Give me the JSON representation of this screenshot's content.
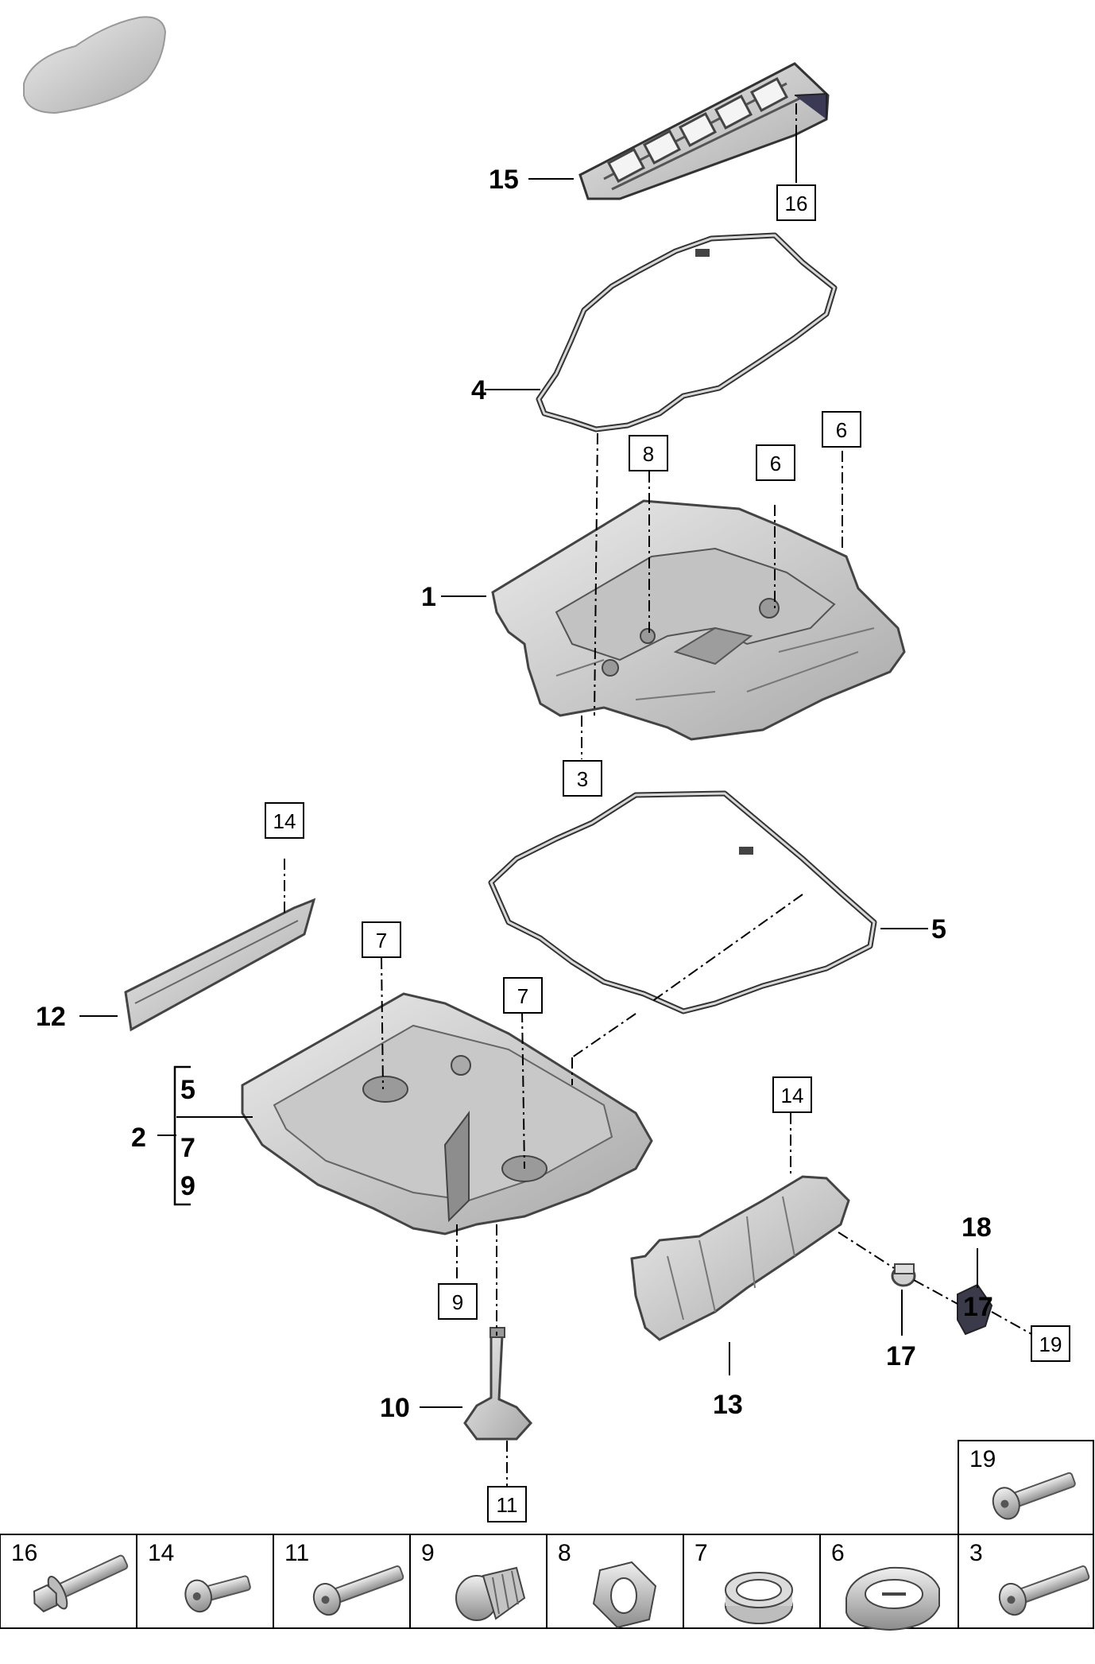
{
  "callouts": {
    "p1": "1",
    "p2": "2",
    "p4": "4",
    "p5": "5",
    "p10": "10",
    "p12": "12",
    "p13": "13",
    "p15": "15",
    "p17": "17",
    "p17b": "17",
    "p18": "18",
    "g5": "5",
    "g7": "7",
    "g9": "9"
  },
  "boxes": {
    "b16": "16",
    "b8": "8",
    "b6a": "6",
    "b6b": "6",
    "b3": "3",
    "b14a": "14",
    "b7a": "7",
    "b7b": "7",
    "b9": "9",
    "b11": "11",
    "b14b": "14",
    "b19": "19"
  },
  "fasteners": [
    {
      "num": "16",
      "icon": "flange-bolt-icon"
    },
    {
      "num": "14",
      "icon": "short-bolt-icon"
    },
    {
      "num": "11",
      "icon": "bolt-icon"
    },
    {
      "num": "9",
      "icon": "drain-plug-icon"
    },
    {
      "num": "8",
      "icon": "nut-icon"
    },
    {
      "num": "7",
      "icon": "seal-ring-icon"
    },
    {
      "num": "6",
      "icon": "grommet-icon"
    },
    {
      "num": "3",
      "icon": "bolt-icon"
    }
  ],
  "fastener_top": {
    "num": "19",
    "icon": "bolt-icon"
  }
}
